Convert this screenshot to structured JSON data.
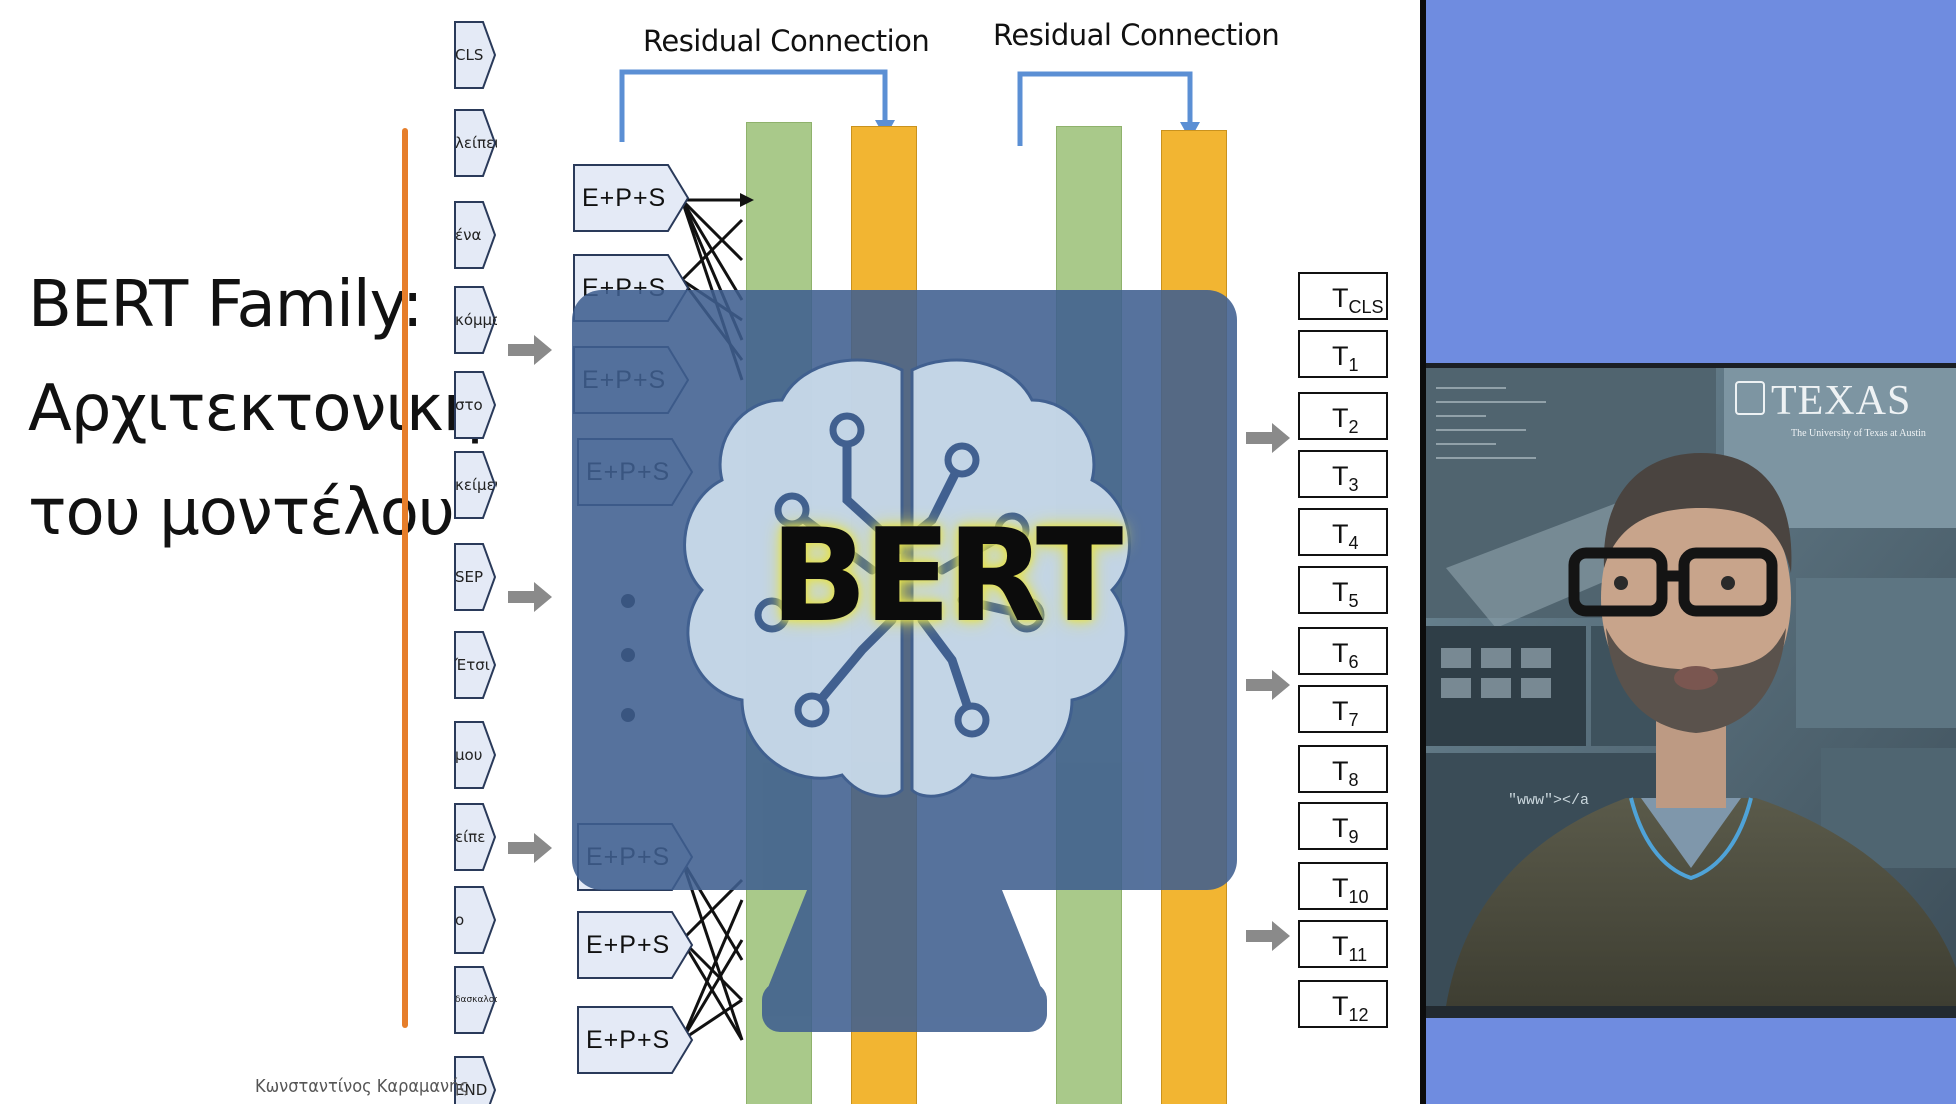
{
  "slide": {
    "title_lines": [
      "BERT Family:",
      "Αρχιτεκτονική",
      "του μοντέλου"
    ],
    "author": "Κωνσταντίνος Καραμανής",
    "tokens": [
      "CLS",
      "λείπει",
      "ένα",
      "κόμμα",
      "στο",
      "κείμενο",
      "SEP",
      "Έτσι",
      "μου",
      "είπε",
      "ο",
      "δασκαλος",
      "END"
    ],
    "embedding_label": "E+P+S",
    "residual_labels": [
      "Residual Connection",
      "Residual Connection"
    ],
    "outputs": [
      {
        "base": "T",
        "sub": "CLS"
      },
      {
        "base": "T",
        "sub": "1"
      },
      {
        "base": "T",
        "sub": "2"
      },
      {
        "base": "T",
        "sub": "3"
      },
      {
        "base": "T",
        "sub": "4"
      },
      {
        "base": "T",
        "sub": "5"
      },
      {
        "base": "T",
        "sub": "6"
      },
      {
        "base": "T",
        "sub": "7"
      },
      {
        "base": "T",
        "sub": "8"
      },
      {
        "base": "T",
        "sub": "9"
      },
      {
        "base": "T",
        "sub": "10"
      },
      {
        "base": "T",
        "sub": "11"
      },
      {
        "base": "T",
        "sub": "12"
      }
    ],
    "overlay_word": "BERT",
    "colors": {
      "attention_layer": "#a9c98a",
      "ffn_layer": "#f2b532",
      "residual_arrow": "#5b8fd4",
      "bracket": "#e67e2b",
      "overlay": "#3f5f8f"
    }
  },
  "video": {
    "background_logo": "TEXAS",
    "background_caption": "The University of Texas at Austin",
    "code_snippet": "\"www\"></a"
  },
  "colors": {
    "background": "#6f8ce0"
  }
}
